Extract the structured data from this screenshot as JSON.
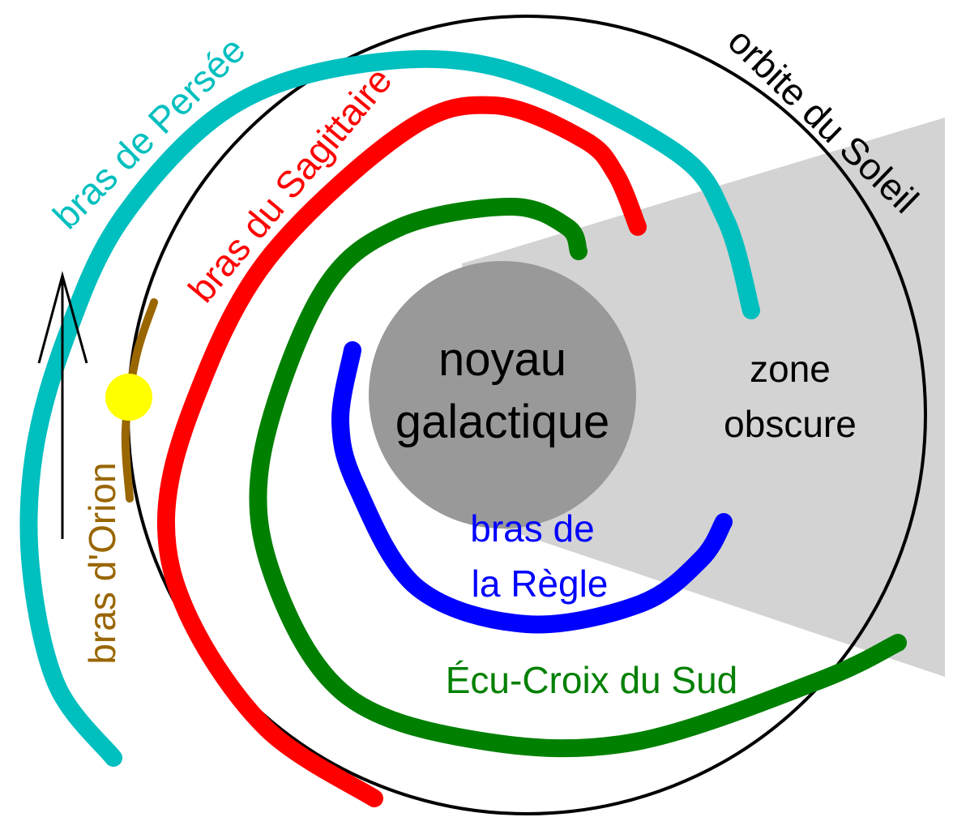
{
  "title": "Milky Way spiral arms diagram",
  "labels": {
    "perseus": "bras de Persée",
    "sagittarius": "bras du Sagittaire",
    "sun_orbit": "orbite du Soleil",
    "orion": "bras d'Orion",
    "core_line1": "noyau",
    "core_line2": "galactique",
    "zone_line1": "zone",
    "zone_line2": "obscure",
    "norma_line1": "bras de",
    "norma_line2": "la Règle",
    "scutum": "Écu-Croix du Sud"
  },
  "colors": {
    "perseus": "#00BFBF",
    "sagittarius": "#FF0000",
    "scutum": "#008000",
    "norma": "#0000FF",
    "orion": "#996600",
    "sun": "#FFFF00",
    "core": "#999999",
    "zone": "#D3D3D3",
    "orbit": "#000000"
  }
}
